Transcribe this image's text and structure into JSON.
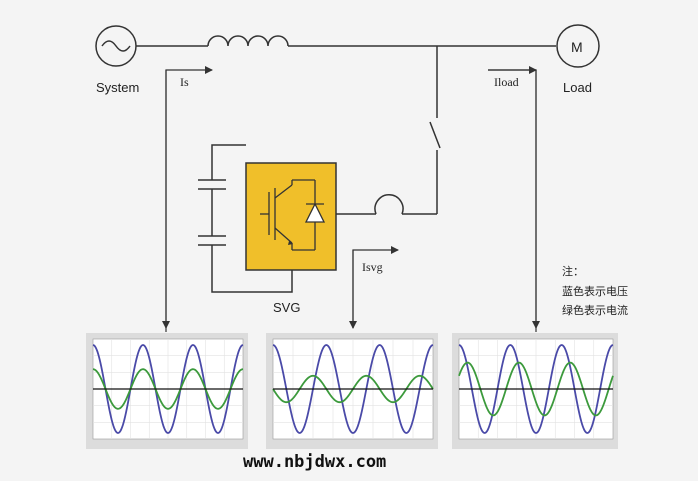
{
  "labels": {
    "system": "System",
    "load": "Load",
    "motor_symbol": "M",
    "svg_device": "SVG",
    "is": "Is",
    "iload": "Iload",
    "isvg": "Isvg"
  },
  "note": {
    "title": "注：",
    "line1": "蓝色表示电压",
    "line2": "绿色表示电流"
  },
  "watermark": "www.nbjdwx.com",
  "colors": {
    "voltage": "#4a4aa8",
    "current": "#3c9a3c",
    "svg_box": "#f0bf2a",
    "line": "#333333"
  },
  "chart_data": [
    {
      "type": "line",
      "series": [
        {
          "amplitude": 1.0,
          "phase_deg": 0,
          "cycles": 3
        },
        {
          "amplitude": 0.45,
          "phase_deg": 0,
          "cycles": 3
        }
      ],
      "grid": true
    },
    {
      "type": "line",
      "series": [
        {
          "amplitude": 1.0,
          "phase_deg": 0,
          "cycles": 3
        },
        {
          "amplitude": 0.3,
          "phase_deg": 90,
          "cycles": 3
        }
      ],
      "grid": true
    },
    {
      "type": "line",
      "series": [
        {
          "amplitude": 1.0,
          "phase_deg": 0,
          "cycles": 3
        },
        {
          "amplitude": 0.6,
          "phase_deg": -60,
          "cycles": 3
        }
      ],
      "grid": true
    }
  ]
}
